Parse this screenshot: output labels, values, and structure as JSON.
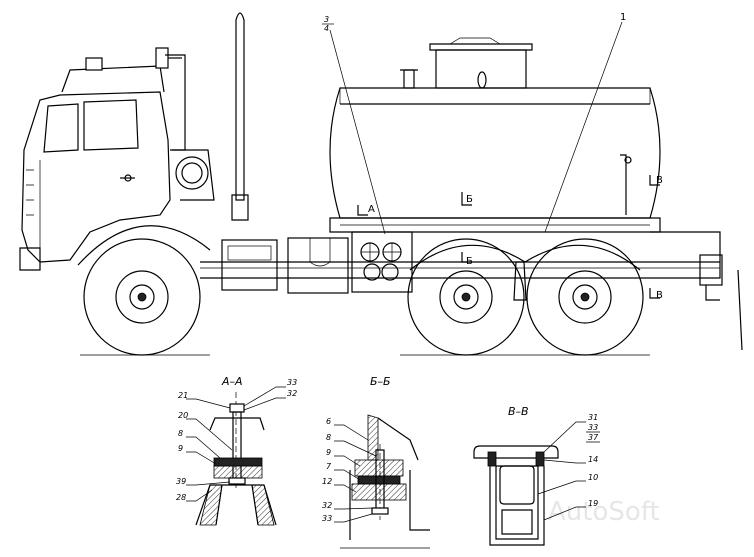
{
  "watermark": "AutoSoft",
  "sections": {
    "aa": {
      "title": "А–А",
      "labels": [
        "21",
        "20",
        "8",
        "9",
        "39",
        "28",
        "33",
        "32"
      ]
    },
    "bb": {
      "title": "Б–Б",
      "labels": [
        "6",
        "8",
        "9",
        "7",
        "12",
        "32",
        "33"
      ]
    },
    "vv": {
      "title": "В–В",
      "labels": [
        "31",
        "33",
        "37",
        "14",
        "10",
        "19"
      ]
    }
  },
  "callouts": {
    "tank": "1",
    "upper": "3",
    "lower": "4"
  },
  "section_marks": {
    "a": "А",
    "b1": "Б",
    "b2": "Б",
    "v1": "В",
    "v2": "В"
  }
}
